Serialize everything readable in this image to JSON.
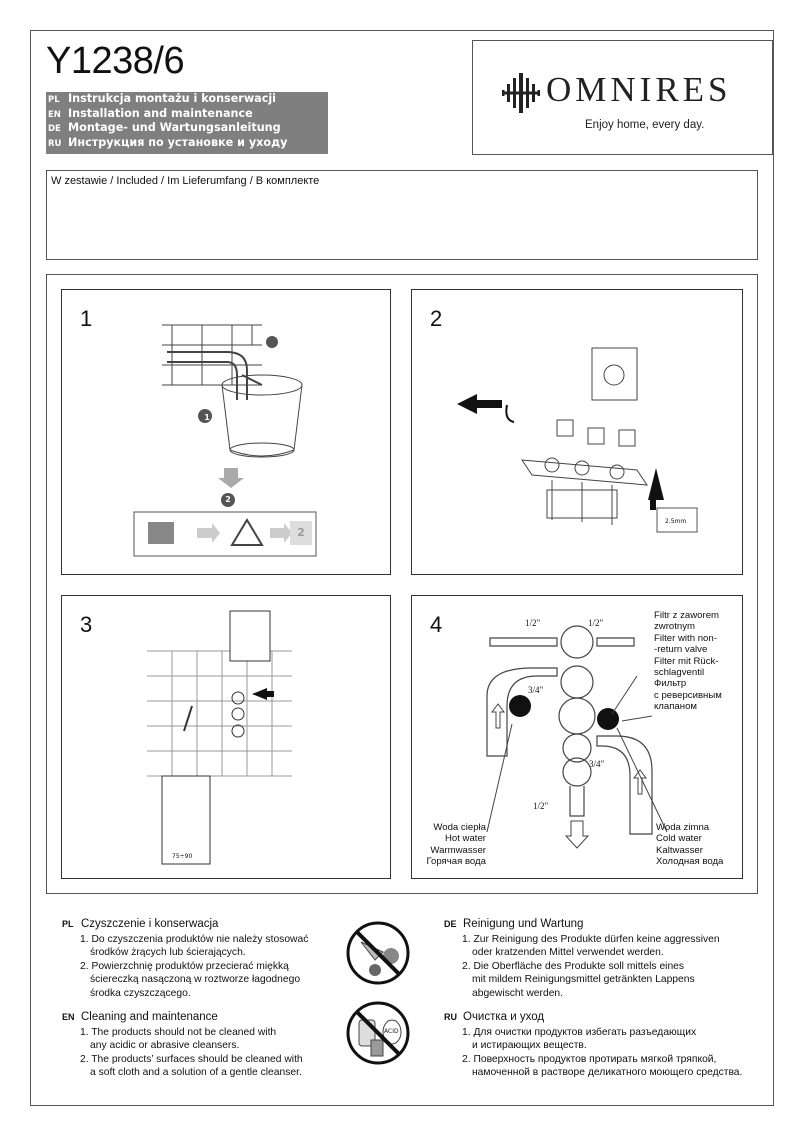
{
  "header": {
    "model": "Y1238/6",
    "languages": [
      {
        "code": "PL",
        "text": "Instrukcja montażu i konserwacji"
      },
      {
        "code": "EN",
        "text": "Installation and maintenance"
      },
      {
        "code": "DE",
        "text": "Montage- und Wartungsanleitung"
      },
      {
        "code": "RU",
        "text": "Инструкция по установке и уходу"
      }
    ],
    "brand": "OMNIRES",
    "tagline": "Enjoy home, every day."
  },
  "included": {
    "title": "W zestawie / Included / Im Lieferumfang / В комплекте"
  },
  "steps": [
    {
      "number": "1",
      "badges": [
        "1",
        "2"
      ],
      "note_badge": "2"
    },
    {
      "number": "2",
      "tool_label": "2.5mm"
    },
    {
      "number": "3",
      "dimension_label": "75÷90"
    },
    {
      "number": "4",
      "thread_labels": [
        "1/2\"",
        "1/2\"",
        "3/4\"",
        "3/4\"",
        "1/2\""
      ],
      "filter_label": [
        "Filtr z zaworem",
        "zwrotnym",
        "Filter with non-",
        "-return valve",
        "Filter mit Rück-",
        "schlagventil",
        "Фильтр",
        "с реверсивным",
        "клапаном"
      ],
      "hot_label": [
        "Woda ciepła",
        "Hot water",
        "Warmwasser",
        "Горячая вода"
      ],
      "cold_label": [
        "Woda zimna",
        "Cold water",
        "Kaltwasser",
        "Холодная вода"
      ]
    }
  ],
  "maintenance": {
    "pl": {
      "code": "PL",
      "heading": "Czyszczenie i konserwacja",
      "items": [
        [
          "1. Do czyszczenia produktów nie należy stosować",
          "środków żrących lub ścierających."
        ],
        [
          "2. Powierzchnię produktów przecierać miękką",
          "ściereczką nasączoną w roztworze łagodnego",
          "środka czyszczącego."
        ]
      ]
    },
    "en": {
      "code": "EN",
      "heading": "Cleaning and maintenance",
      "items": [
        [
          "1. The products should not be cleaned with",
          "any acidic or abrasive cleansers."
        ],
        [
          "2. The products’ surfaces should be cleaned with",
          "a soft cloth and a solution of a gentle cleanser."
        ]
      ]
    },
    "de": {
      "code": "DE",
      "heading": "Reinigung und Wartung",
      "items": [
        [
          "1. Zur Reinigung des Produkte dürfen keine aggressiven",
          "oder kratzenden Mittel verwendet werden."
        ],
        [
          "2. Die Oberfläche des Produkte soll mittels eines",
          "mit mildem Reinigungsmittel getränkten Lappens",
          "abgewischt werden."
        ]
      ]
    },
    "ru": {
      "code": "RU",
      "heading": "Очистка и уход",
      "items": [
        [
          "1. Для очистки продуктов избегать разъедающих",
          "и истирающих веществ."
        ],
        [
          "2. Поверхность продуктов протирать мягкой тряпкой,",
          "намоченной в растворе деликатного моющего средства."
        ]
      ]
    },
    "acid_label": "ACID"
  }
}
